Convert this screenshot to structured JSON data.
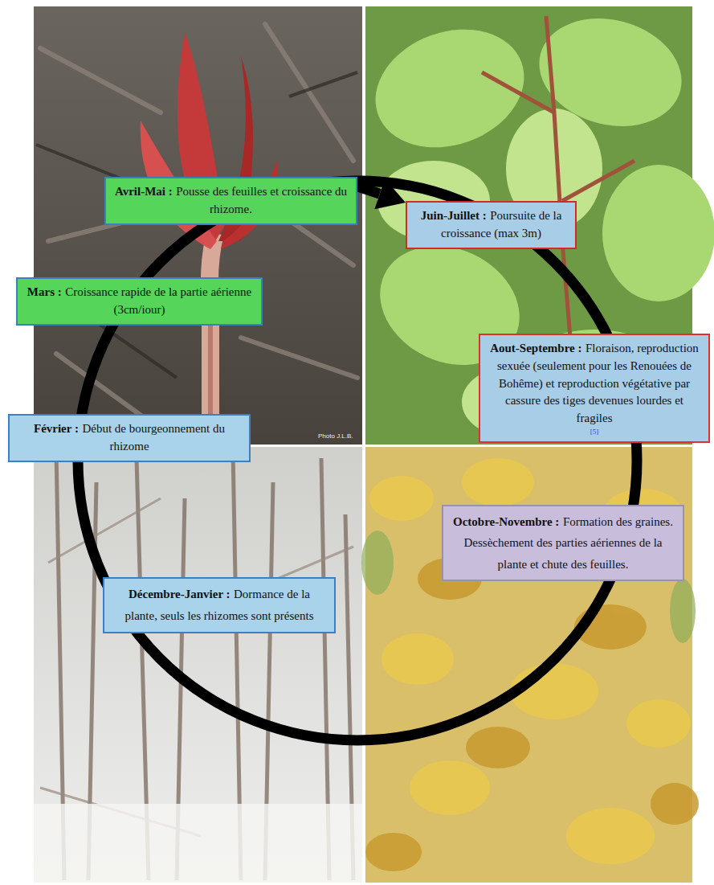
{
  "diagram": {
    "nodes": [
      {
        "text": [
          "Avril-Mai :",
          "Pousse des feuilles et croissance du rhizome."
        ]
      },
      {
        "text": [
          "Juin-Juillet :",
          "Poursuite de la croissance (max 3m)"
        ]
      },
      {
        "text": [
          "Mars :",
          "Croissance rapide de la partie aérienne (3cm/iour)"
        ]
      },
      {
        "text": [
          "Aout-Septembre :",
          "Floraison, reproduction sexuée (seulement pour les Renouées de Bohême) et reproduction végétative par cassure des tiges devenues lourdes et fragiles",
          "[5]"
        ]
      },
      {
        "text": [
          "Février :",
          "Début de bourgeonnement du rhizome"
        ]
      },
      {
        "text": [
          "Octobre-Novembre :",
          "Formation des graines. Dessèchement des parties aériennes de la plante et chute des feuilles."
        ]
      },
      {
        "text": [
          "Décembre-Janvier :",
          "Dormance de la plante, seuls les rhizomes sont présents"
        ]
      }
    ],
    "edges": [
      {
        "from": 0,
        "to": 1,
        "arrow": "to"
      }
    ],
    "labels": [
      "Photo J.L.B."
    ]
  }
}
